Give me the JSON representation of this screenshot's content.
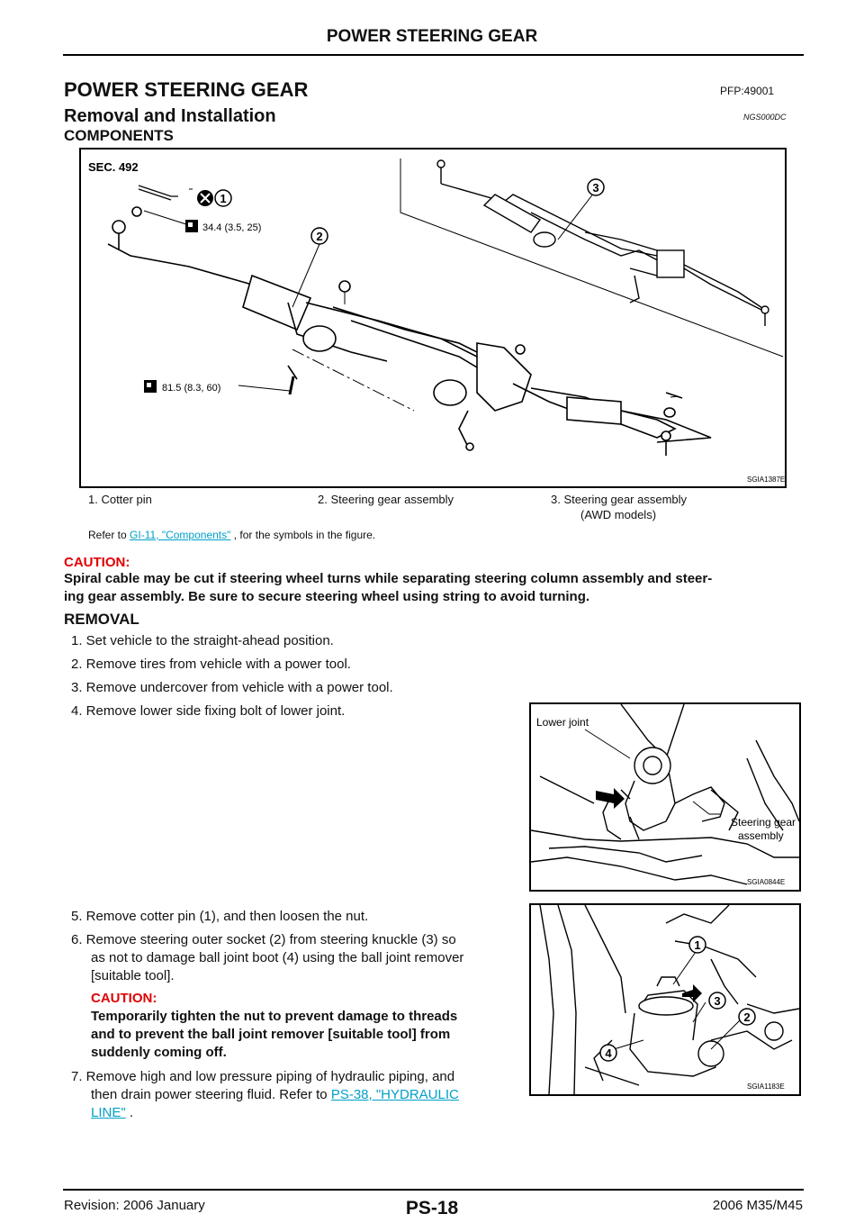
{
  "header": {
    "title": "POWER STEERING GEAR"
  },
  "section": {
    "title": "POWER STEERING GEAR",
    "pfp": "PFP:49001",
    "subtitle": "Removal and Installation",
    "code": "NGS000DC",
    "components_heading": "COMPONENTS"
  },
  "figure1": {
    "sec": "SEC. 492",
    "torque1": "34.4 (3.5, 25)",
    "torque2": "81.5 (8.3, 60)",
    "callouts": [
      "1",
      "2",
      "3"
    ],
    "code": "SGIA1387E",
    "legend": [
      "1.   Cotter pin",
      "2.   Steering gear assembly",
      "3.   Steering gear assembly",
      "(AWD models)"
    ],
    "refer_prefix": "Refer to ",
    "refer_link": "GI-11, \"Components\"",
    "refer_suffix": " , for the symbols in the figure."
  },
  "caution1": {
    "title": "CAUTION:",
    "line1": "Spiral cable may be cut if steering wheel turns while separating steering column assembly and steer-",
    "line2": "ing gear assembly. Be sure to secure steering wheel using string to avoid turning."
  },
  "removal": {
    "heading": "REMOVAL",
    "step1": "1.   Set vehicle to the straight-ahead position.",
    "step2": "2.   Remove tires from vehicle with a power tool.",
    "step3": "3.   Remove undercover from vehicle with a power tool.",
    "step4": "4.   Remove lower side fixing bolt of lower joint.",
    "step5": "5.   Remove cotter pin (1), and then loosen the nut.",
    "step6_l1": "6.   Remove steering outer socket (2) from steering knuckle (3) so",
    "step6_l2": "as not to damage ball joint boot (4) using the ball joint remover",
    "step6_l3": "[suitable tool].",
    "caution_title": "CAUTION:",
    "caution_l1": "Temporarily tighten the nut to prevent damage to threads",
    "caution_l2": "and to prevent the ball joint remover [suitable tool] from",
    "caution_l3": "suddenly coming off.",
    "step7_l1": "7.   Remove high and low pressure piping of hydraulic piping, and",
    "step7_l2a": "then drain power steering fluid. Refer to ",
    "step7_link1": "PS-38, \"HYDRAULIC",
    "step7_link2": "LINE\"",
    "step7_end": " ."
  },
  "figure2": {
    "label1": "Lower joint",
    "label2": "Steering gear",
    "label3": "assembly",
    "code": "SGIA0844E"
  },
  "figure3": {
    "callouts": [
      "1",
      "3",
      "2",
      "4"
    ],
    "code": "SGIA1183E"
  },
  "footer": {
    "left": "Revision: 2006 January",
    "center": "PS-18",
    "right": "2006 M35/M45"
  }
}
